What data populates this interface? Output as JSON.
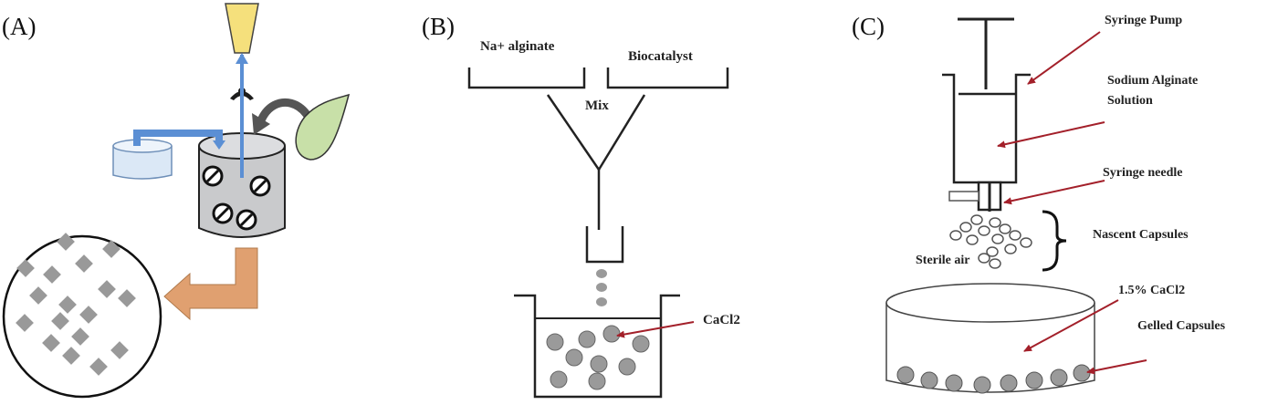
{
  "panels": {
    "a": {
      "label": "(A)"
    },
    "b": {
      "label": "(B)",
      "left_container_label": "Na+ alginate",
      "right_container_label": "Biocatalyst",
      "mix_label": "Mix",
      "bath_label": "CaCl2"
    },
    "c": {
      "label": "(C)",
      "pump_label": "Syringe Pump",
      "solution_label_line1": "Sodium Alginate",
      "solution_label_line2": "Solution",
      "needle_label": "Syringe needle",
      "nascent_label": "Nascent Capsules",
      "air_label": "Sterile air",
      "bath_label": "1.5% CaCl2",
      "gelled_label": "Gelled Capsules"
    }
  },
  "colors": {
    "outline": "#222222",
    "arrow_red": "#a3202a",
    "bead_gray": "#9a9a9a",
    "reactor_gray": "#c9cacc",
    "tube_blue": "#5b8fd4",
    "outlet_orange": "#e0a070",
    "funnel_yellow": "#f5e07c",
    "leaf_green": "#c8e0a8",
    "vessel_blue": "#dbe8f6"
  }
}
